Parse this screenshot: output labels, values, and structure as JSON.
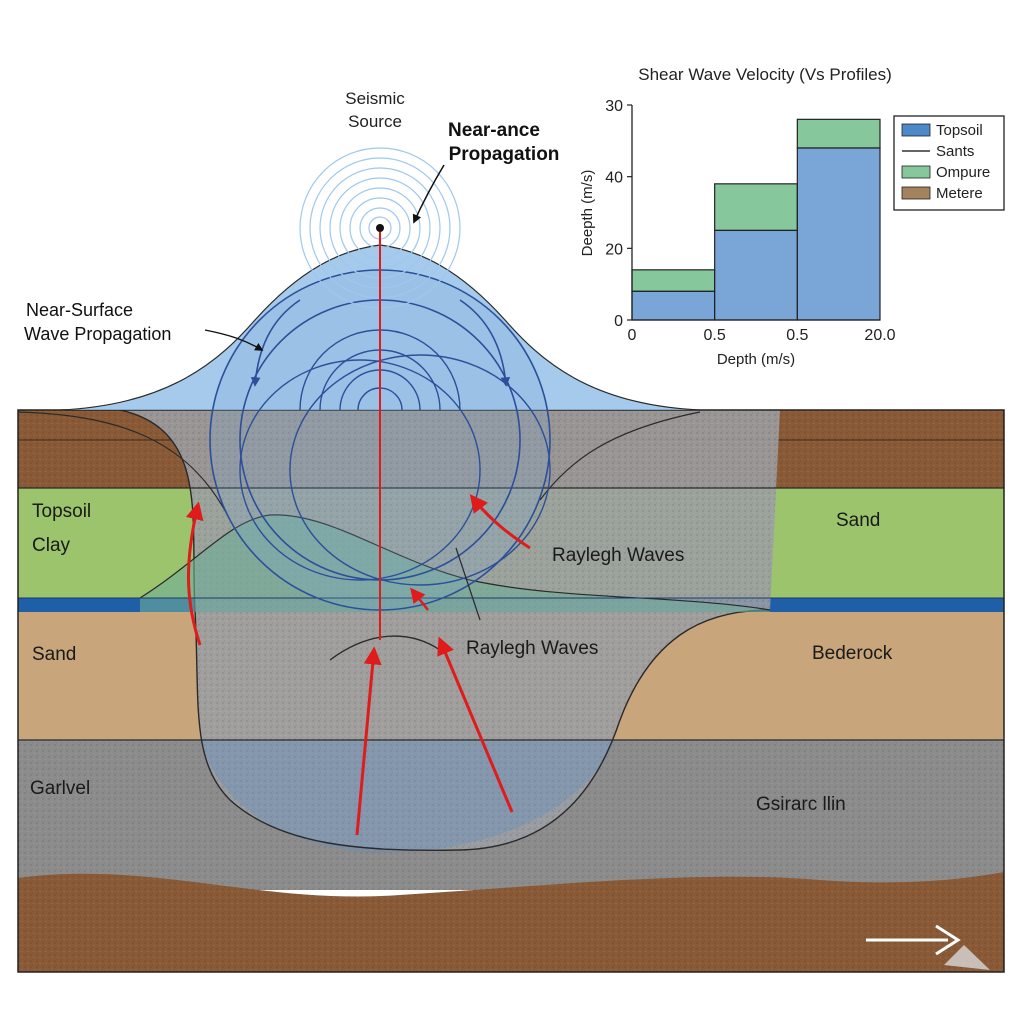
{
  "diagram": {
    "source_label": [
      "Seismic",
      "Source"
    ],
    "near_source_label": [
      "Near-ance",
      "Propagation"
    ],
    "near_surface_label": [
      "Near-Surface",
      "Wave Propagation"
    ],
    "wave_label_upper": "Raylegh Waves",
    "wave_label_lower": "Raylegh Waves",
    "layer_labels": {
      "topsoil": "Topsoil",
      "clay": "Clay",
      "sand_right": "Sand",
      "sand_left": "Sand",
      "bedrock": "Bederock",
      "gravel": "Garlvel",
      "gsirarc": "Gsirarc llin"
    },
    "colors": {
      "soil_brown": "#8a5a37",
      "green_layer": "#9cc46c",
      "water_band": "#1f5fa8",
      "sand_layer": "#c9a57c",
      "gravel_layer": "#8c8c8c",
      "wave_fill": "#8fbde6",
      "wave_line": "#2c4f9a",
      "ray_red": "#e01b1b"
    }
  },
  "chart_data": {
    "type": "bar",
    "title": "Shear Wave Velocity (Vs Profiles)",
    "xlabel": "Depth (m/s)",
    "ylabel": "Deepth (m/s)",
    "x_ticks": [
      "0",
      "0.5",
      "0.5",
      "20.0"
    ],
    "y_ticks": [
      0,
      20,
      40,
      30
    ],
    "ylim": [
      0,
      30
    ],
    "steps": [
      {
        "blue": 4,
        "green": 7
      },
      {
        "blue": 12.5,
        "green": 19
      },
      {
        "blue": 24,
        "green": 28
      }
    ],
    "legend": [
      {
        "label": "Topsoil",
        "color": "#4d88c9",
        "kind": "swatch"
      },
      {
        "label": "Sants",
        "color": "#333333",
        "kind": "line"
      },
      {
        "label": "Ompure",
        "color": "#86c79b",
        "kind": "swatch"
      },
      {
        "label": "Metere",
        "color": "#a3825d",
        "kind": "swatch"
      }
    ],
    "legend_position": "top-right"
  }
}
